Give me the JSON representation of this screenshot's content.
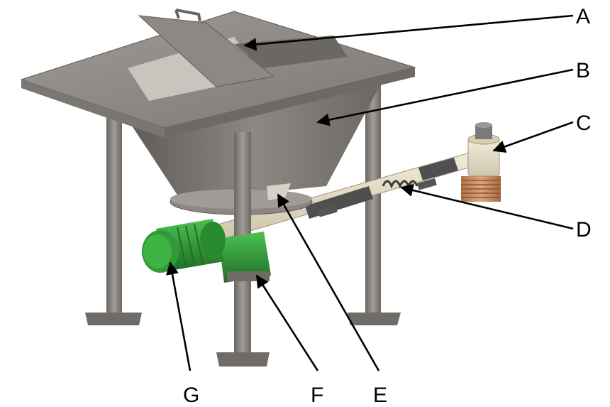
{
  "diagram": {
    "subject": "hopper-with-screw-conveyor",
    "callouts": [
      {
        "letter": "A",
        "points_to": "hopper-lid-opening"
      },
      {
        "letter": "B",
        "points_to": "conical-hopper-body"
      },
      {
        "letter": "C",
        "points_to": "discharge-head"
      },
      {
        "letter": "D",
        "points_to": "screw-flight"
      },
      {
        "letter": "E",
        "points_to": "hopper-outlet"
      },
      {
        "letter": "F",
        "points_to": "gearbox"
      },
      {
        "letter": "G",
        "points_to": "drive-motor"
      }
    ]
  },
  "colors": {
    "frame_steel": "#8a8580",
    "frame_steel_dark": "#5f5b57",
    "top_plate": "#918c87",
    "conveyor_tube": "#e8dfc7",
    "conveyor_dark": "#4f4f4f",
    "discharge_bellows": "#c98e62",
    "motor_green": "#2f9a36",
    "motor_green_dark": "#1f6e25",
    "leader_line": "#000000"
  }
}
